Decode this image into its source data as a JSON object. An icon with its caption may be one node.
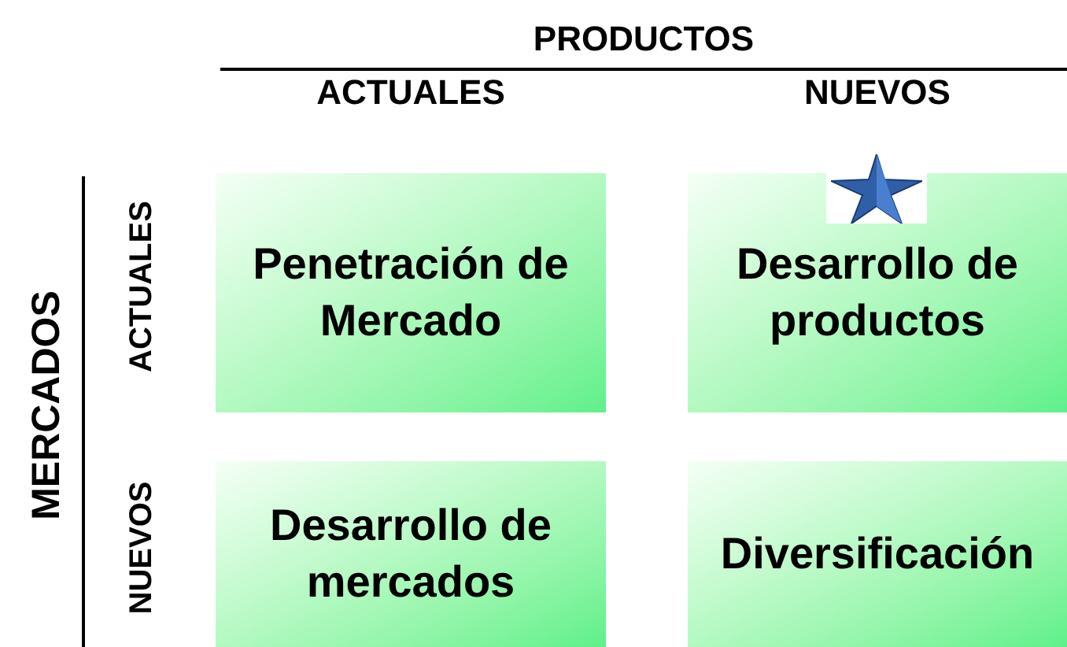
{
  "diagram": {
    "nodes": [
      {
        "text": [
          "Penetración de Mercado"
        ]
      },
      {
        "text": [
          "Desarrollo de productos"
        ]
      },
      {
        "text": [
          "Desarrollo de mercados"
        ]
      },
      {
        "text": [
          "Diversificación"
        ]
      }
    ],
    "labels": [
      "PRODUCTOS",
      "ACTUALES",
      "NUEVOS",
      "MERCADOS",
      "ACTUALES",
      "NUEVOS"
    ]
  }
}
